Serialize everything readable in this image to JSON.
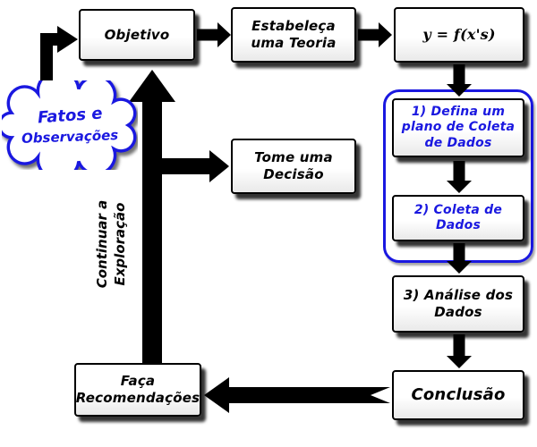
{
  "colors": {
    "accent_blue": "#1a18e0",
    "ink": "#000000"
  },
  "nodes": {
    "objetivo": {
      "label": "Objetivo"
    },
    "teoria": {
      "label": "Estabeleça uma Teoria"
    },
    "formula": {
      "label": "y = f(x's)"
    },
    "plano": {
      "label": "1) Defina um plano de Coleta de Dados"
    },
    "coleta": {
      "label": "2) Coleta de Dados"
    },
    "analise": {
      "label": "3) Análise dos Dados"
    },
    "decisao": {
      "label": "Tome uma Decisão"
    },
    "conclusao": {
      "label": "Conclusão"
    },
    "recomendacoes": {
      "label": "Faça Recomendações"
    },
    "fatos": {
      "line1": "Fatos e",
      "line2": "Observações"
    }
  },
  "labels": {
    "continuar": "Continuar a\nExploração"
  }
}
